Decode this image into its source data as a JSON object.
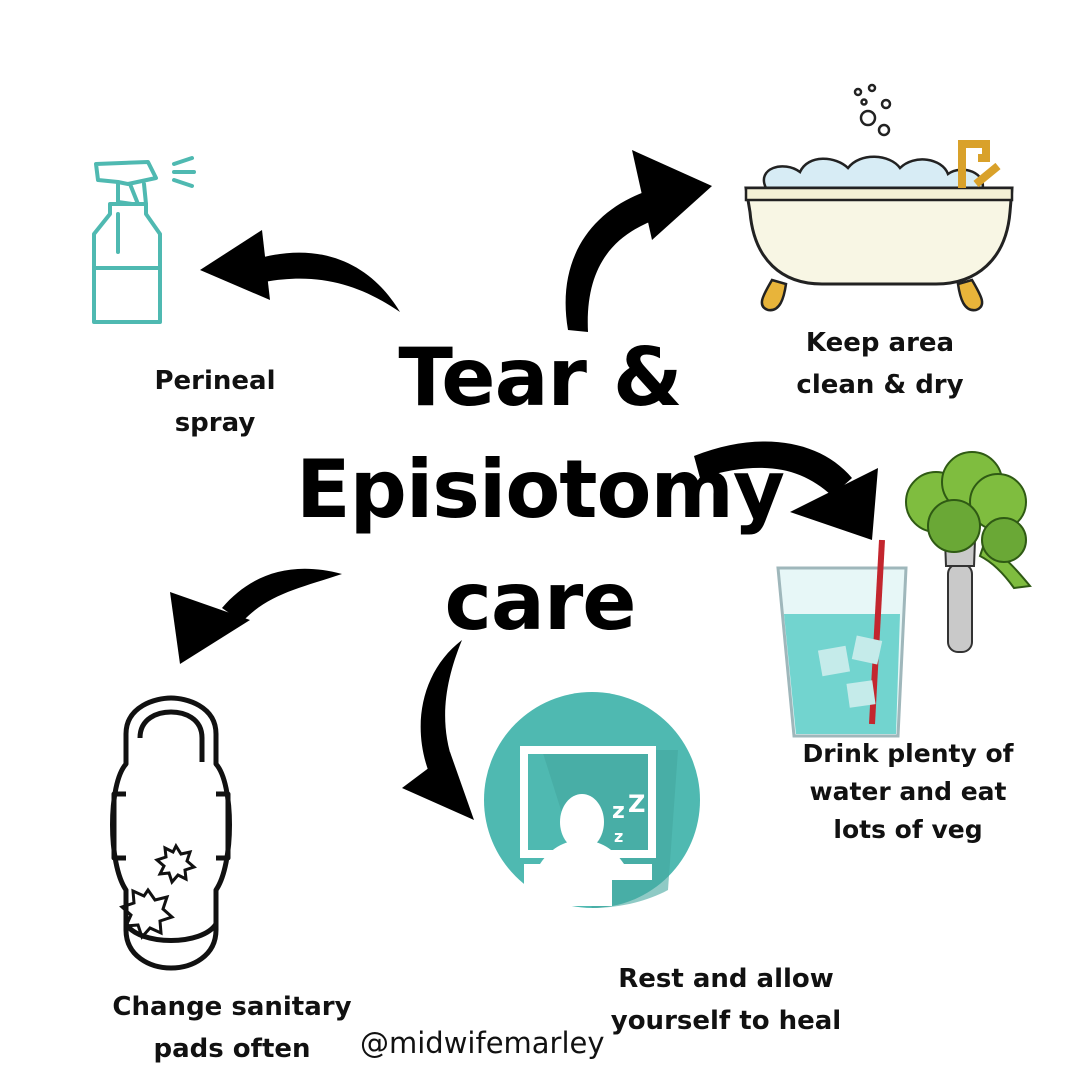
{
  "title": {
    "line1": "Tear &",
    "line2": "Episiotomy",
    "line3": "care"
  },
  "tips": [
    {
      "id": "spray",
      "line1": "Perineal",
      "line2": "spray",
      "icon": "spray-bottle-icon"
    },
    {
      "id": "bath",
      "line1": "Keep area",
      "line2": "clean & dry",
      "icon": "bathtub-icon"
    },
    {
      "id": "food",
      "line1": "Drink plenty of",
      "line2": "water and eat",
      "line3": "lots of veg",
      "icon": "water-broccoli-icon"
    },
    {
      "id": "rest",
      "line1": "Rest and allow",
      "line2": "yourself to heal",
      "icon": "sleeping-person-icon"
    },
    {
      "id": "pads",
      "line1": "Change sanitary",
      "line2": "pads often",
      "icon": "sanitary-pad-icon"
    }
  ],
  "handle": "@midwifemarley",
  "colors": {
    "teal": "#4fb9b1",
    "text": "#111111",
    "arrow": "#000000"
  }
}
